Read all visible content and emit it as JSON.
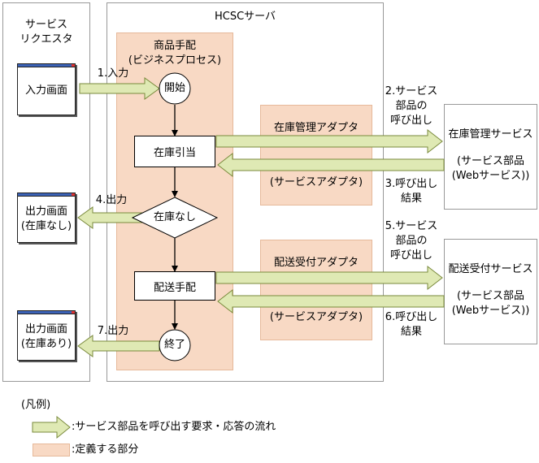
{
  "requester": {
    "title_line1": "サービス",
    "title_line2": "リクエスタ",
    "input_screen": "入力画面",
    "output_none_line1": "出力画面",
    "output_none_line2": "(在庫なし)",
    "output_some_line1": "出力画面",
    "output_some_line2": "(在庫あり)"
  },
  "server": {
    "title": "HCSCサーバ",
    "process_title_line1": "商品手配",
    "process_title_line2": "(ビジネスプロセス)",
    "start": "開始",
    "stock_draw": "在庫引当",
    "no_stock": "在庫なし",
    "delivery": "配送手配",
    "end": "終了",
    "adapter1_title": "在庫管理アダプタ",
    "adapter1_sub": "(サービスアダプタ)",
    "adapter2_title": "配送受付アダプタ",
    "adapter2_sub": "(サービスアダプタ)"
  },
  "services": {
    "stock_title": "在庫管理サービス",
    "stock_sub1": "(サービス部品",
    "stock_sub2": "(Webサービス))",
    "delivery_title": "配送受付サービス",
    "delivery_sub1": "(サービス部品",
    "delivery_sub2": "(Webサービス))"
  },
  "steps": {
    "s1": "1.入力",
    "s2_line1": "2.サービス",
    "s2_line2": "部品の",
    "s2_line3": "呼び出し",
    "s3_line1": "3.呼び出し",
    "s3_line2": "結果",
    "s4": "4.出力",
    "s5_line1": "5.サービス",
    "s5_line2": "部品の",
    "s5_line3": "呼び出し",
    "s6_line1": "6.呼び出し",
    "s6_line2": "結果",
    "s7": "7.出力"
  },
  "legend": {
    "title": "(凡例)",
    "arrow_desc": ":サービス部品を呼び出す要求・応答の流れ",
    "box_desc": ":定義する部分"
  },
  "colors": {
    "defined_fill": "#f8d9c4",
    "arrow_fill": "#dfe9b4",
    "arrow_stroke": "#7a8a3c"
  }
}
